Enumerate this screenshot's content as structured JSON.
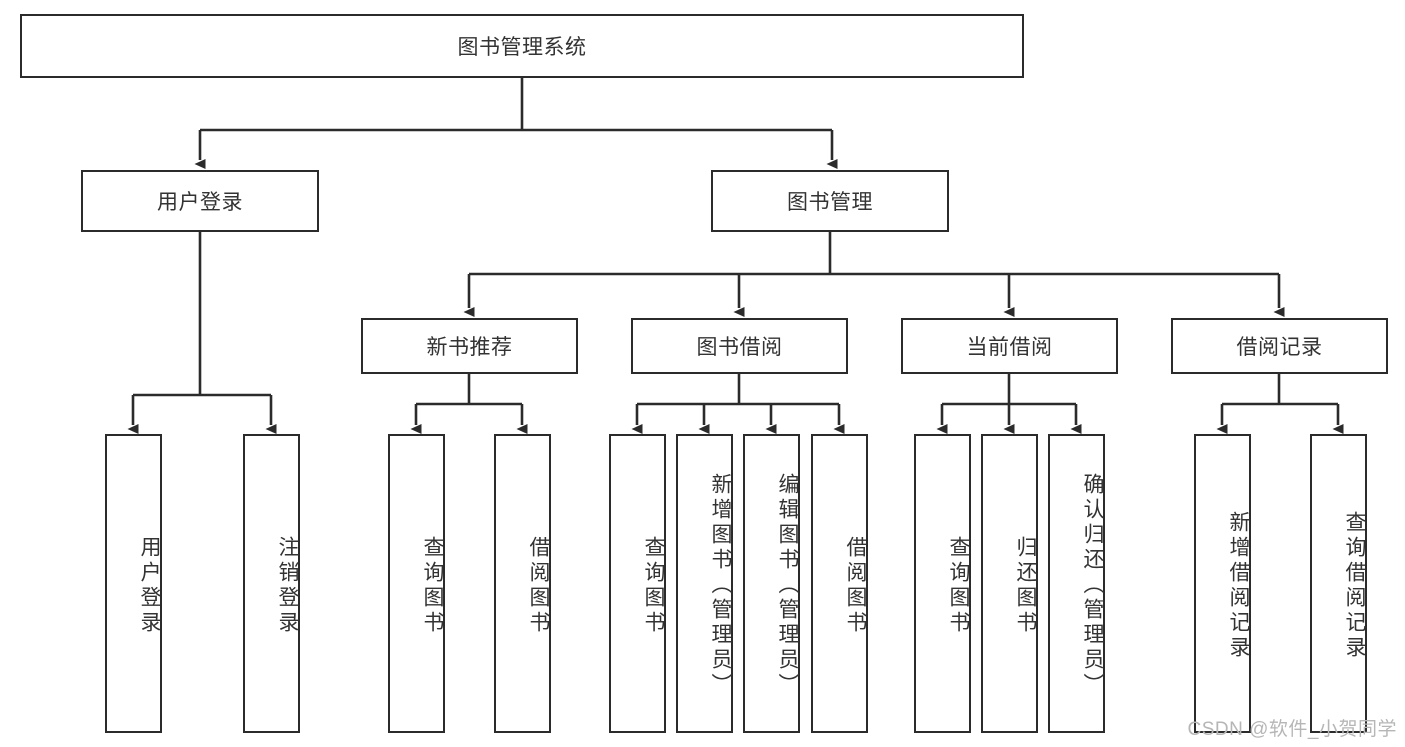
{
  "diagram": {
    "title": "图书管理系统",
    "type": "hierarchy-tree",
    "orientation": "top-down",
    "levels": 4,
    "colors": {
      "box_border": "#2b2b2b",
      "box_fill": "#ffffff",
      "edge": "#2b2b2b",
      "text": "#333333",
      "watermark": "#b6b6b6"
    }
  },
  "watermark": {
    "text": "CSDN @软件_小贺同学"
  },
  "nodes": {
    "root": {
      "label": "图书管理系统"
    },
    "level2": [
      {
        "label": "用户登录"
      },
      {
        "label": "图书管理"
      }
    ],
    "level3": [
      {
        "label": "新书推荐"
      },
      {
        "label": "图书借阅"
      },
      {
        "label": "当前借阅"
      },
      {
        "label": "借阅记录"
      }
    ],
    "leaves_user_login": [
      {
        "label": "用户登录"
      },
      {
        "label": "注销登录"
      }
    ],
    "leaves_new_book": [
      {
        "label": "查询图书"
      },
      {
        "label": "借阅图书"
      }
    ],
    "leaves_borrow": [
      {
        "label": "查询图书"
      },
      {
        "label": "新增图书（管理员）"
      },
      {
        "label": "编辑图书（管理员）"
      },
      {
        "label": "借阅图书"
      }
    ],
    "leaves_current": [
      {
        "label": "查询图书"
      },
      {
        "label": "归还图书"
      },
      {
        "label": "确认归还（管理员）"
      }
    ],
    "leaves_records": [
      {
        "label": "新增借阅记录"
      },
      {
        "label": "查询借阅记录"
      }
    ]
  }
}
